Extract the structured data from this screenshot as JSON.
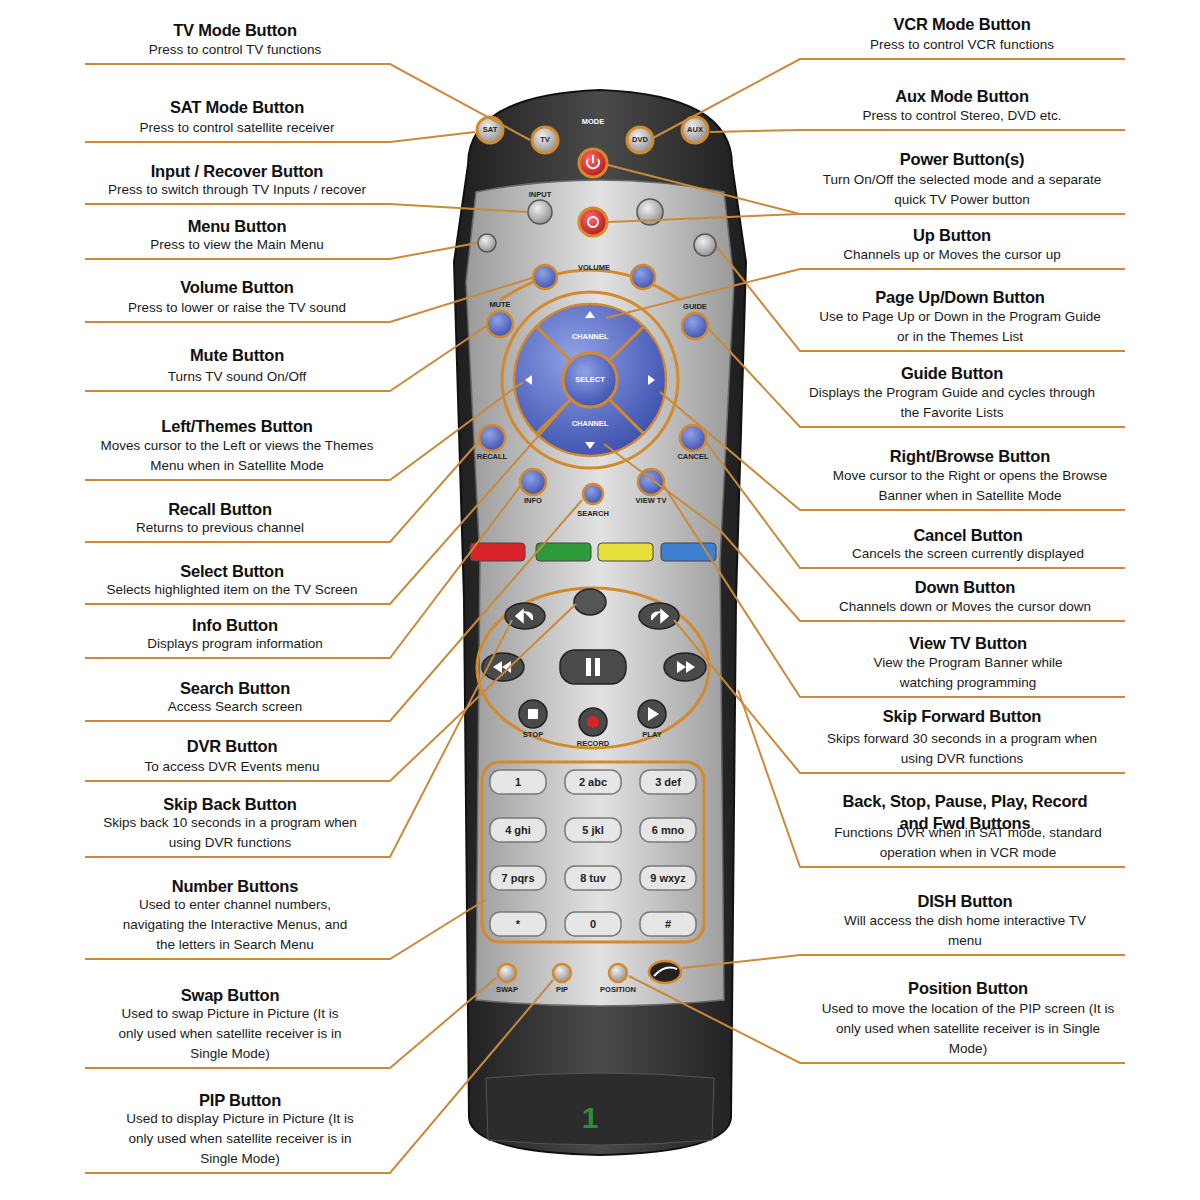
{
  "diagram": {
    "labels": [
      "TV Mode Button",
      "Press to control TV functions",
      "SAT Mode Button",
      "Press to control satellite receiver",
      "Input / Recover Button",
      "Press to switch through TV Inputs / recover",
      "Menu Button",
      "Press to view the Main Menu",
      "Volume Button",
      "Press to lower or raise the TV sound",
      "Mute Button",
      "Turns TV sound On/Off",
      "Left/Themes Button",
      "Moves cursor to the Left or views the Themes Menu when in Satellite Mode",
      "Recall Button",
      "Returns to previous channel",
      "Select Button",
      "Selects highlighted item on the TV Screen",
      "Info Button",
      "Displays program information",
      "Search Button",
      "Access Search screen",
      "DVR Button",
      "To access DVR Events menu",
      "Skip Back Button",
      "Skips back 10 seconds in a program when using DVR functions",
      "Number Buttons",
      "Used to enter channel numbers, navigating the Interactive Menus, and the letters in Search Menu",
      "Swap Button",
      "Used to swap Picture in Picture (It is only used when satellite receiver is in Single Mode)",
      "PIP Button",
      "Used to display Picture in Picture (It is only used when satellite receiver is in Single Mode)",
      "VCR Mode Button",
      "Press to control VCR functions",
      "Aux Mode Button",
      "Press to control Stereo, DVD etc.",
      "Power Button(s)",
      "Turn On/Off the selected mode and a separate quick TV Power button",
      "Up Button",
      "Channels up or Moves the cursor up",
      "Page Up/Down Button",
      "Use to Page Up or Down in the Program Guide or in the Themes List",
      "Guide Button",
      "Displays the Program Guide and cycles through the Favorite Lists",
      "Right/Browse Button",
      "Move cursor to the Right or opens the Browse Banner when in Satellite Mode",
      "Cancel Button",
      "Cancels the screen currently displayed",
      "Down Button",
      "Channels down or Moves the cursor down",
      "View TV Button",
      "View the Program Banner while watching programming",
      "Skip Forward Button",
      "Skips forward 30 seconds in a program when using DVR functions",
      "Back, Stop, Pause, Play, Record and Fwd Buttons",
      "Functions DVR when in SAT mode, standard operation when in VCR mode",
      "DISH Button",
      "Will access the dish home interactive TV menu",
      "Position Button",
      "Used to move the location of the PIP screen (It is only used when satellite receiver is in Single Mode)",
      "MODE",
      "SAT",
      "TV",
      "DVD",
      "AUX",
      "INPUT",
      "VOLUME",
      "CHANNEL",
      "SELECT",
      "CHANNEL",
      "MUTE",
      "GUIDE",
      "RECALL",
      "CANCEL",
      "INFO",
      "VIEW TV",
      "SEARCH",
      "STOP",
      "RECORD",
      "PLAY",
      "1",
      "2 abc",
      "3 def",
      "4 ghi",
      "5 jkl",
      "6 mno",
      "7 pqrs",
      "8 tuv",
      "9 wxyz",
      "*",
      "0",
      "#",
      "SWAP",
      "PIP",
      "POSITION",
      "1"
    ]
  }
}
